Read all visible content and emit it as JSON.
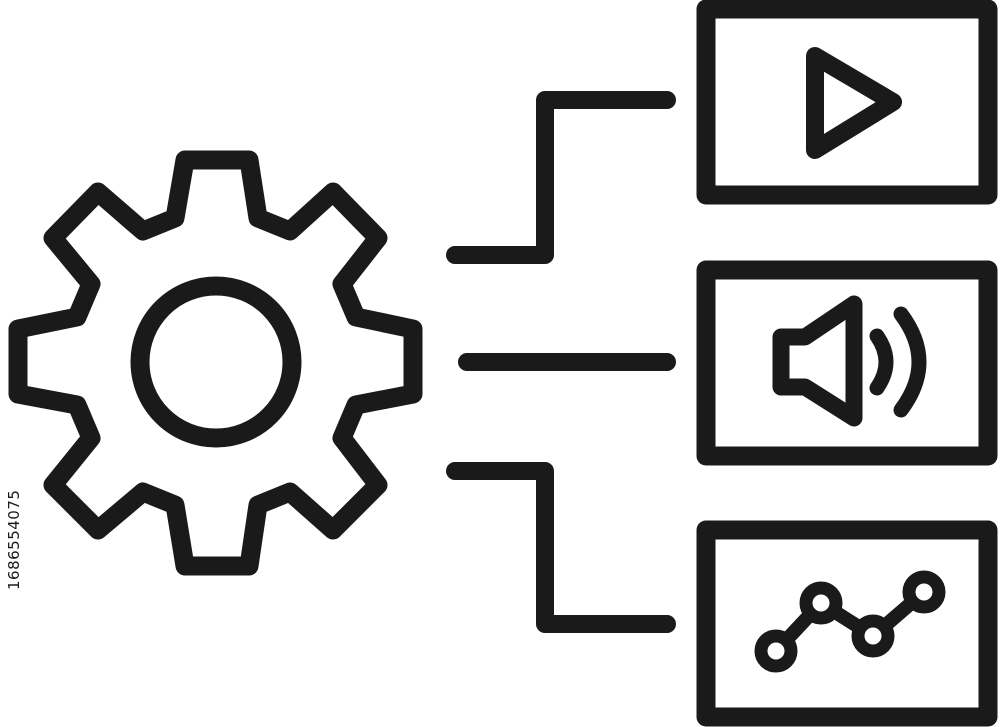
{
  "diagram": {
    "hub_icon": "gear-icon",
    "outputs": [
      {
        "icon": "play-icon",
        "meaning": "video"
      },
      {
        "icon": "speaker-icon",
        "meaning": "audio"
      },
      {
        "icon": "line-chart-icon",
        "meaning": "data"
      }
    ],
    "colors": {
      "stroke": "#1a1a1a",
      "background": "#ffffff"
    }
  },
  "watermark": {
    "stock_id": "1686554075"
  }
}
